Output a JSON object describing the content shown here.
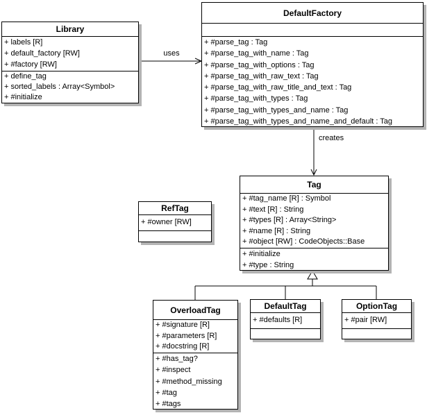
{
  "diagram": {
    "kind": "uml-class-diagram",
    "colors": {
      "background": "#ffffff",
      "box_fill": "#ffffff",
      "border": "#000000",
      "text": "#000000",
      "shadow": "#b3b3b3"
    },
    "classes": [
      {
        "name": "Library",
        "attributes": [
          "+ labels [R]",
          "+ default_factory [RW]",
          "+ #factory [RW]"
        ],
        "methods": [
          "+ define_tag",
          "+ sorted_labels : Array<Symbol>",
          "+ #initialize"
        ]
      },
      {
        "name": "DefaultFactory",
        "attributes": [],
        "methods": [
          "+ #parse_tag : Tag",
          "+ #parse_tag_with_name : Tag",
          "+ #parse_tag_with_options : Tag",
          "+ #parse_tag_with_raw_text : Tag",
          "+ #parse_tag_with_raw_title_and_text : Tag",
          "+ #parse_tag_with_types : Tag",
          "+ #parse_tag_with_types_and_name : Tag",
          "+ #parse_tag_with_types_and_name_and_default : Tag"
        ]
      },
      {
        "name": "Tag",
        "attributes": [
          "+ #tag_name [R] : Symbol",
          "+ #text [R] : String",
          "+ #types [R] : Array<String>",
          "+ #name [R] : String",
          "+ #object [RW] : CodeObjects::Base"
        ],
        "methods": [
          "+ #initialize",
          "+ #type : String"
        ]
      },
      {
        "name": "RefTag",
        "attributes": [
          "+ #owner [RW]"
        ],
        "methods": []
      },
      {
        "name": "OverloadTag",
        "attributes": [
          "+ #signature [R]",
          "+ #parameters [R]",
          "+ #docstring [R]"
        ],
        "methods": [
          "+ #has_tag?",
          "+ #inspect",
          "+ #method_missing",
          "+ #tag",
          "+ #tags"
        ]
      },
      {
        "name": "DefaultTag",
        "attributes": [
          "+ #defaults [R]"
        ],
        "methods": []
      },
      {
        "name": "OptionTag",
        "attributes": [
          "+ #pair [RW]"
        ],
        "methods": []
      }
    ],
    "relationships": [
      {
        "type": "association",
        "from": "Library",
        "to": "DefaultFactory",
        "label": "uses"
      },
      {
        "type": "dependency",
        "from": "DefaultFactory",
        "to": "Tag",
        "label": "creates"
      },
      {
        "type": "generalization",
        "from": "OverloadTag",
        "to": "Tag",
        "label": ""
      },
      {
        "type": "generalization",
        "from": "DefaultTag",
        "to": "Tag",
        "label": ""
      },
      {
        "type": "generalization",
        "from": "OptionTag",
        "to": "Tag",
        "label": ""
      }
    ]
  }
}
